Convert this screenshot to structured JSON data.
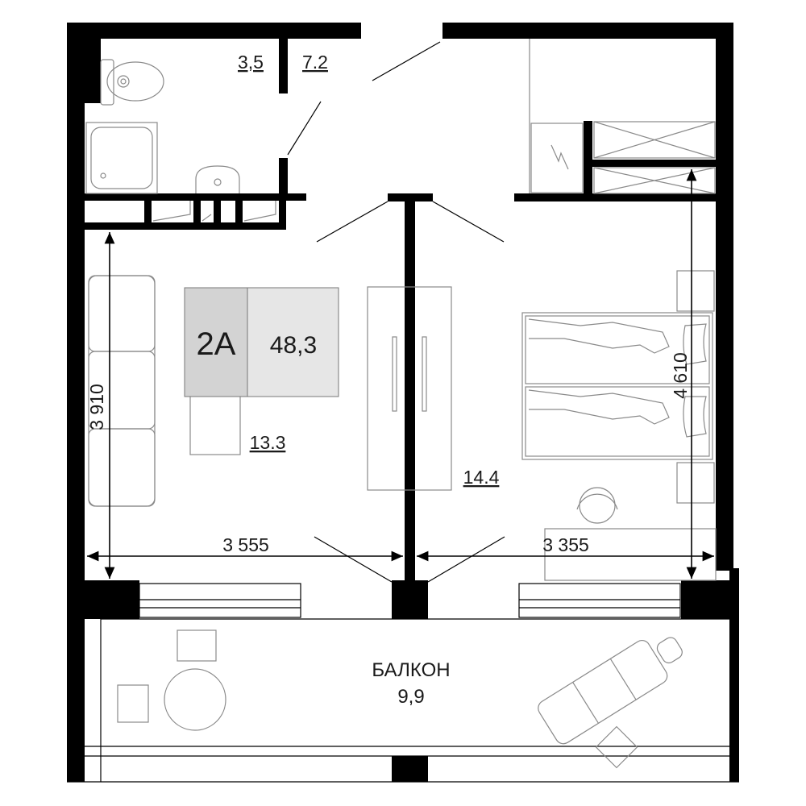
{
  "apartment": {
    "type_label": "2А",
    "total_area": "48,3",
    "type_fill": "#d3d3d3",
    "area_fill": "#e6e6e6"
  },
  "rooms": {
    "bathroom_area": "3,5",
    "hallway_area": "7.2",
    "living_area": "13.3",
    "bedroom_area": "14.4",
    "balcony_name": "БАЛКОН",
    "balcony_area": "9,9"
  },
  "dimensions": {
    "living_width": "3 555",
    "bedroom_width": "3 355",
    "living_depth": "3 910",
    "bedroom_depth": "4 610"
  },
  "colors": {
    "wall": "#000000",
    "furniture_line": "#8a8a8a"
  }
}
